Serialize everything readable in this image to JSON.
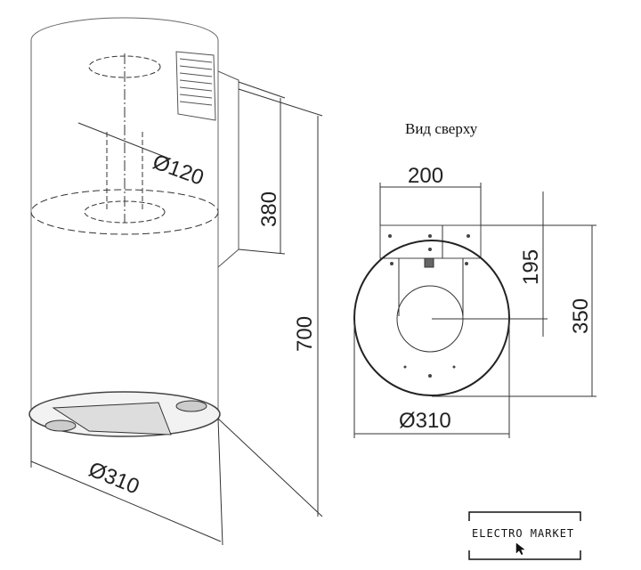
{
  "side_view": {
    "dim_duct": "Ø120",
    "dim_chimney": "380",
    "dim_height": "700",
    "dim_diameter": "Ø310"
  },
  "top_view": {
    "caption": "Вид сверху",
    "dim_width": "200",
    "dim_depth": "195",
    "dim_total": "350",
    "dim_diameter": "Ø310"
  },
  "logo": {
    "text": "ELECTRO MARKET"
  }
}
